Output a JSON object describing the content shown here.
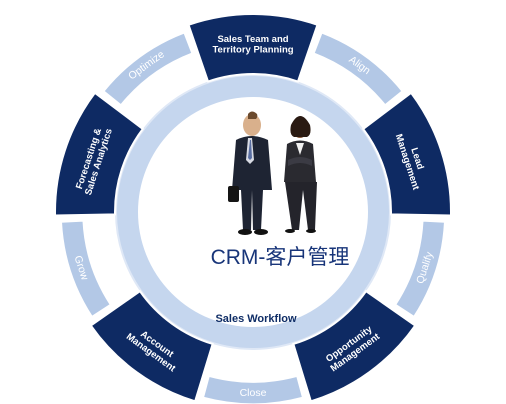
{
  "title": "CRM-客户管理",
  "workflow_label": "Sales Workflow",
  "segments": [
    {
      "id": "sales-team-and-territory-planning-segment",
      "lines": [
        "Sales Team and",
        "Territory Planning"
      ]
    },
    {
      "id": "lead-management-segment",
      "lines": [
        "Lead",
        "Management"
      ]
    },
    {
      "id": "opportunity-management-segment",
      "lines": [
        "Opportunity",
        "Management"
      ]
    },
    {
      "id": "account-management-segment",
      "lines": [
        "Account",
        "Management"
      ]
    },
    {
      "id": "forecasting-and-sales-analytics-segment",
      "lines": [
        "Forecasting &",
        "Sales Analytics"
      ]
    }
  ],
  "ring_labels": [
    "Align",
    "Qualify",
    "Close",
    "Grow",
    "Optimize"
  ],
  "colors": {
    "segment": "#0e2a63",
    "ring_outer": "#b3c8e6",
    "ring_inner": "#c5d6ee",
    "workflow_text": "#0f2d66",
    "title": "#183579"
  },
  "image": {
    "name": "business-people-photo",
    "description_text": ""
  }
}
